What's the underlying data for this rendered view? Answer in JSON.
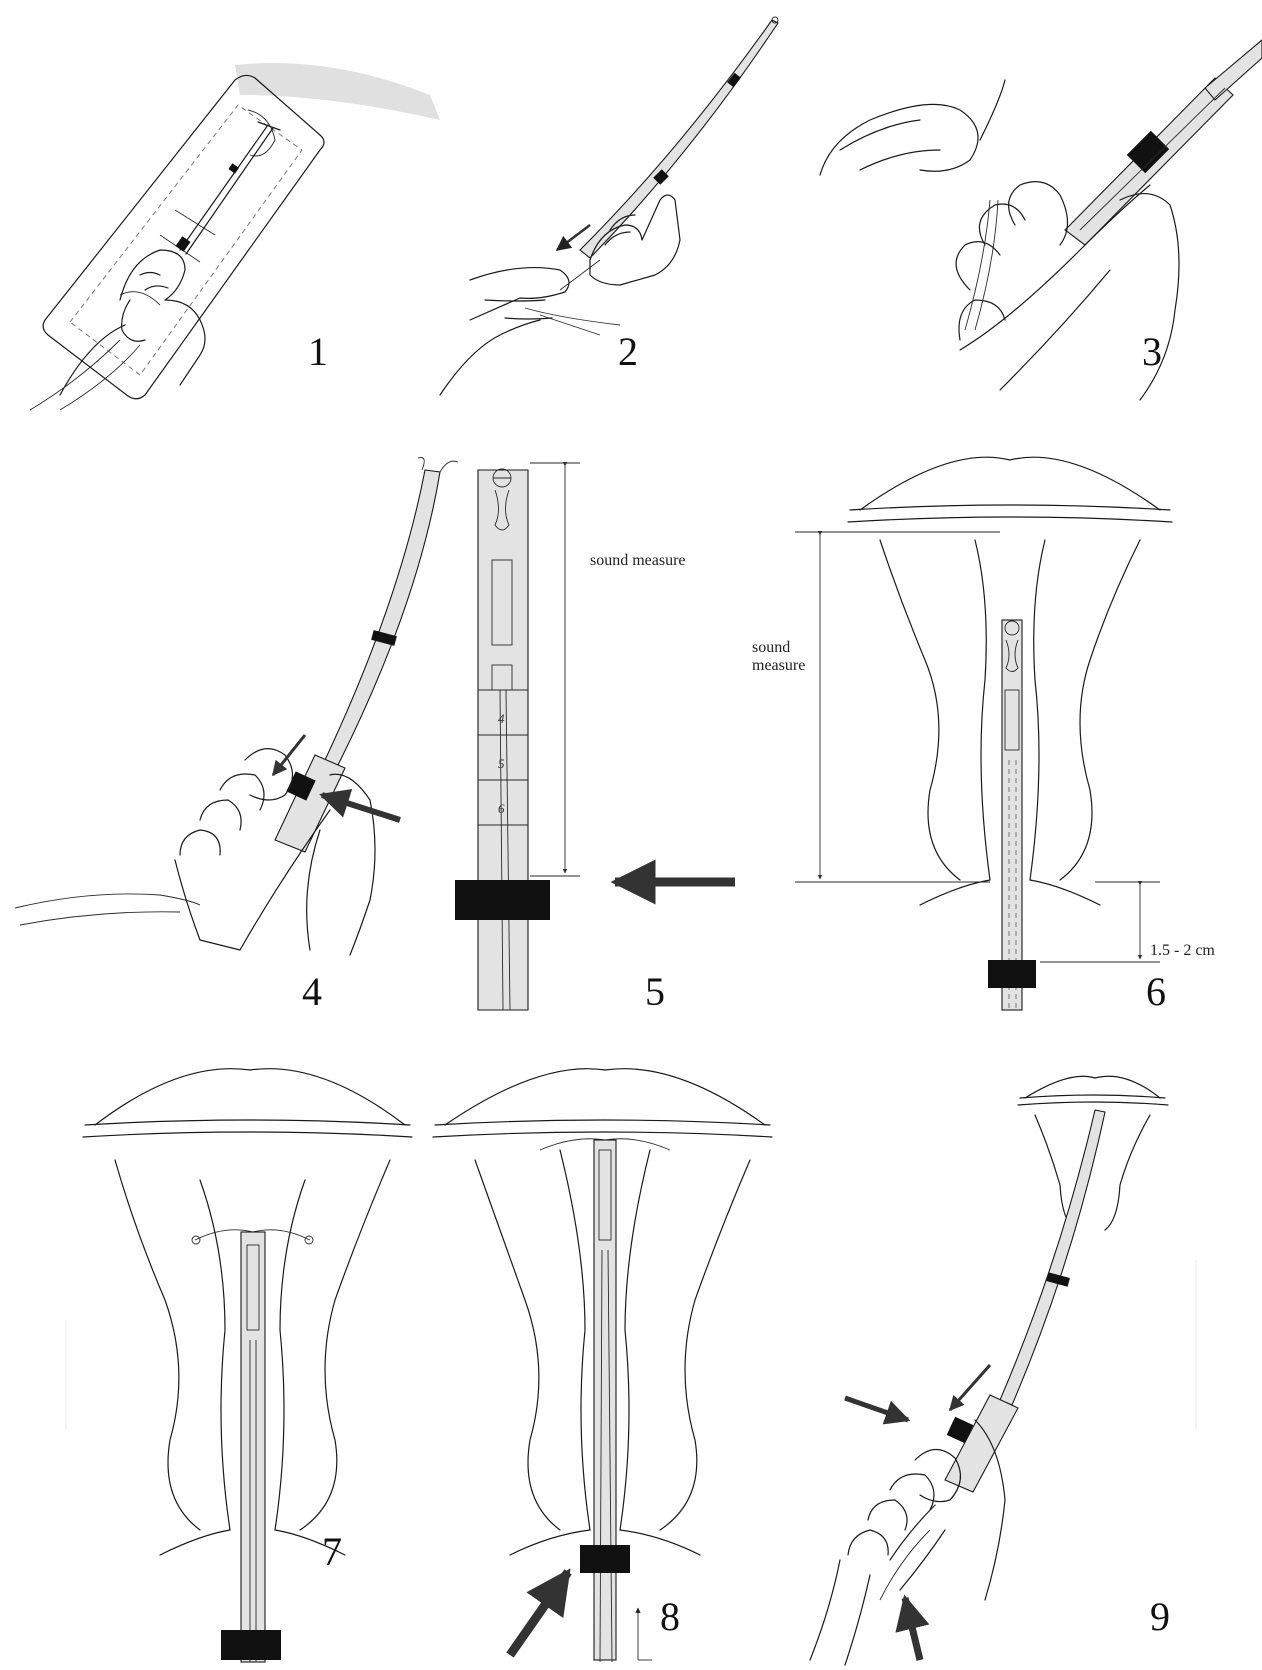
{
  "panels": [
    {
      "number": "1"
    },
    {
      "number": "2"
    },
    {
      "number": "3"
    },
    {
      "number": "4"
    },
    {
      "number": "5"
    },
    {
      "number": "6"
    },
    {
      "number": "7"
    },
    {
      "number": "8"
    },
    {
      "number": "9"
    }
  ],
  "panel5": {
    "sound_measure_label": "sound measure",
    "scale_marks": [
      "4",
      "5",
      "6"
    ]
  },
  "panel6": {
    "sound_measure_label_line1": "sound",
    "sound_measure_label_line2": "measure",
    "distance_label": "1.5 - 2 cm"
  },
  "colors": {
    "ink": "#1a1a1a",
    "tube_fill": "#e3e3e3",
    "flange": "#111111",
    "arrow": "#333333",
    "background": "#ffffff"
  }
}
